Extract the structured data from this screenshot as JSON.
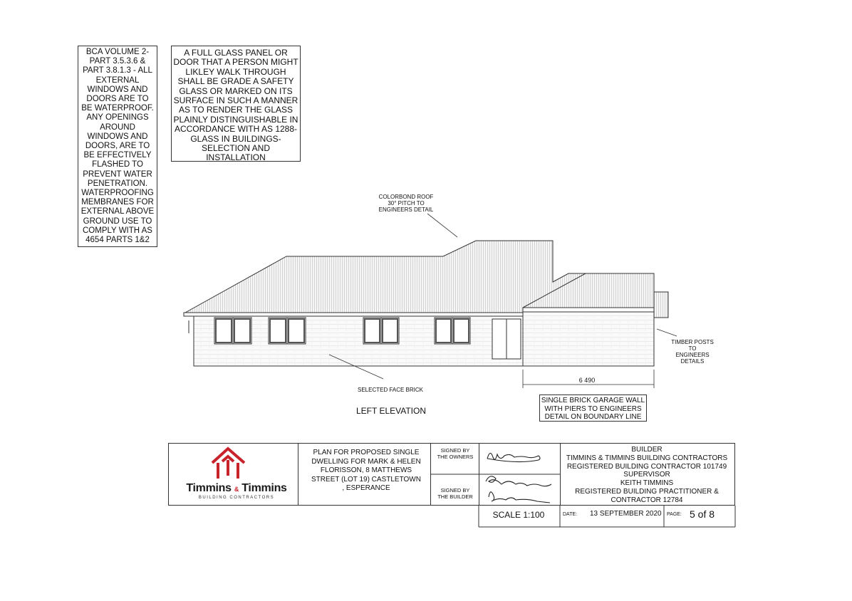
{
  "notes": {
    "bca": "BCA VOLUME 2-\nPART 3.5.3.6 &\nPART 3.8.1.3 - ALL\nEXTERNAL\nWINDOWS AND\nDOORS ARE TO\nBE WATERPROOF.\nANY OPENINGS\nAROUND\nWINDOWS AND\nDOORS, ARE TO\nBE EFFECTIVELY\nFLASHED TO\nPREVENT WATER\nPENETRATION.\nWATERPROOFING\nMEMBRANES FOR\nEXTERNAL ABOVE\nGROUND USE TO\nCOMPLY WITH AS\n4654 PARTS 1&2",
    "glass": "A FULL GLASS PANEL OR\nDOOR THAT A PERSON MIGHT\nLIKLEY WALK THROUGH\nSHALL BE GRADE A SAFETY\nGLASS OR MARKED ON ITS\nSURFACE IN SUCH A MANNER\nAS TO RENDER THE GLASS\nPLAINLY DISTINGUISHABLE IN\nACCORDANCE WITH AS 1288-\nGLASS IN BUILDINGS-\nSELECTION AND\nINSTALLATION"
  },
  "drawing": {
    "roof_label": "COLORBOND ROOF\n30° PITCH TO\nENGINEERS DETAIL",
    "timber_label": "TIMBER POSTS\nTO ENGINEERS\nDETAILS",
    "brick_label": "SELECTED FACE BRICK",
    "view_title": "LEFT ELEVATION",
    "dimension": "6 490",
    "garage_note": "SINGLE BRICK GARAGE WALL\nWITH PIERS TO ENGINEERS\nDETAIL ON BOUNDARY LINE"
  },
  "title_block": {
    "company": "Timmins",
    "company2": "Timmins",
    "company_amp": "&",
    "company_sub": "BUILDING CONTRACTORS",
    "plan": "PLAN FOR PROPOSED SINGLE\nDWELLING FOR MARK & HELEN\nFLORISSON, 8 MATTHEWS\nSTREET (LOT 19) CASTLETOWN\n, ESPERANCE",
    "signed_owners": "SIGNED BY\nTHE OWNERS",
    "signed_builder": "SIGNED BY\nTHE BUILDER",
    "builder_info": "BUILDER\nTIMMINS & TIMMINS BUILDING CONTRACTORS\nREGISTERED BUILDING CONTRACTOR 101749\nSUPERVISOR\nKEITH TIMMINS\nREGISTERED BUILDING PRACTITIONER &\nCONTRACTOR 12784",
    "scale": "SCALE 1:100",
    "date_label": "DATE:",
    "date": "13 SEPTEMBER 2020",
    "page_label": "PAGE:",
    "page": "5 of 8"
  },
  "colors": {
    "logo_red": "#c8232a",
    "line": "#333333"
  }
}
